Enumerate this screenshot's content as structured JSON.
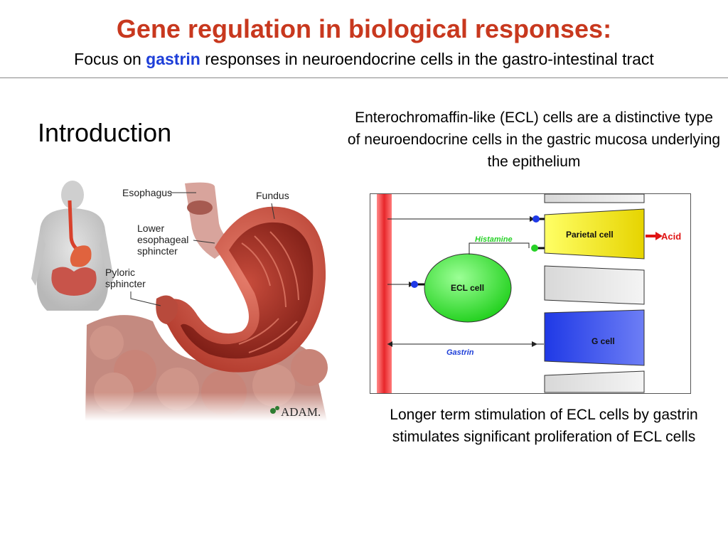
{
  "header": {
    "title": "Gene regulation in biological responses:",
    "subtitle_prefix": "Focus on ",
    "subtitle_highlight": "gastrin",
    "subtitle_suffix": " responses in neuroendocrine cells in the gastro-intestinal tract"
  },
  "section": {
    "heading": "Introduction"
  },
  "description": "Enterochromaffin-like (ECL) cells are a distinctive type of neuroendocrine cells in the gastric mucosa underlying the epithelium",
  "caption": "Longer term stimulation of ECL cells by gastrin stimulates significant proliferation of ECL cells",
  "anatomy": {
    "labels": {
      "esophagus": "Esophagus",
      "fundus": "Fundus",
      "les_line1": "Lower",
      "les_line2": "esophageal",
      "les_line3": "sphincter",
      "pyloric_line1": "Pyloric",
      "pyloric_line2": "sphincter"
    },
    "credit": "ADAM."
  },
  "diagram": {
    "parietal_cell": "Parietal cell",
    "acid": "Acid",
    "histamine": "Histamine",
    "ecl_cell": "ECL cell",
    "g_cell": "G cell",
    "gastrin": "Gastrin",
    "colors": {
      "blood_vessel": "#e8262a",
      "parietal": "#ffff33",
      "g_cell": "#1f39e6",
      "ecl": "#3ee63a",
      "histamine_text": "#27d127",
      "gastrin_text": "#1d3ed8",
      "acid": "#e01414"
    }
  }
}
